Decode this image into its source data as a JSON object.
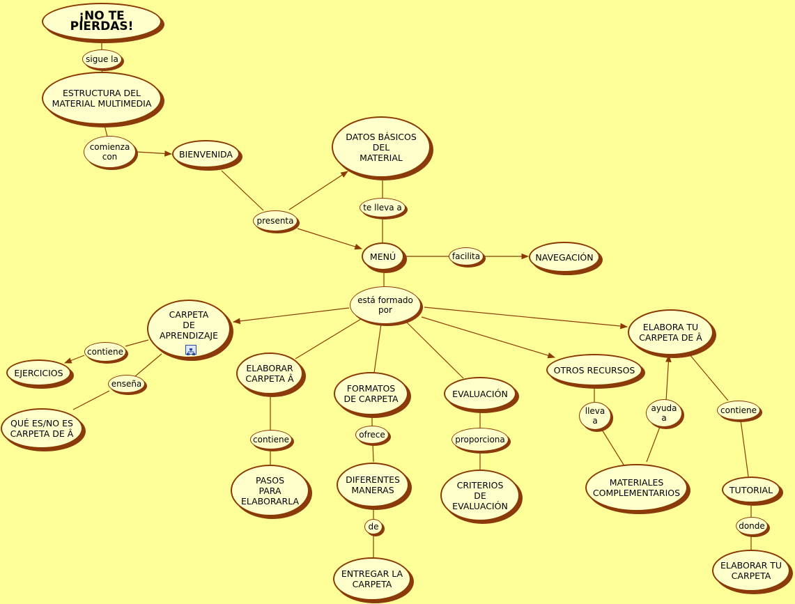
{
  "colors": {
    "background": "#ffff99",
    "node_fill": "#ffffcc",
    "node_border": "#8a3a00",
    "shadow": "#8b3a0c",
    "line": "#8a3a00"
  },
  "icons": {
    "submap": "submap-icon"
  },
  "nodes": {
    "no_te_pierdas": "¡NO TE PIERDAS!",
    "estructura": "ESTRUCTURA DEL\nMATERIAL MULTIMEDIA",
    "bienvenida": "BIENVENIDA",
    "datos_basicos": "DATOS BÁSICOS\nDEL\nMATERIAL",
    "menu": "MENÚ",
    "navegacion": "NAVEGACIÓN",
    "carpeta_aprendizaje": "CARPETA\nDE\nAPRENDIZAJE",
    "ejercicios": "EJERCICIOS",
    "que_es": "QUÉ ES/NO ES\nCARPETA DE Â",
    "elaborar_carpeta": "ELABORAR\nCARPETA Â",
    "pasos": "PASOS\nPARA\nELABORARLA",
    "formatos": "FORMATOS\nDE CARPETA",
    "diferentes_maneras": "DIFERENTES\nMANERAS",
    "entregar": "ENTREGAR LA\nCARPETA",
    "evaluacion": "EVALUACIÓN",
    "criterios": "CRITERIOS\nDE\nEVALUACIÓN",
    "otros_recursos": "OTROS RECURSOS",
    "materiales": "MATERIALES\nCOMPLEMENTARIOS",
    "elabora_tu": "ELABORA TU\nCARPETA DE Â",
    "tutorial": "TUTORIAL",
    "elaborar_tu": "ELABORAR TU\nCARPETA"
  },
  "links": {
    "sigue_la": "sigue la",
    "comienza_con": "comienza\ncon",
    "presenta": "presenta",
    "te_lleva_a": "te lleva a",
    "facilita": "facilita",
    "esta_formado_por": "está formado\npor",
    "contiene_1": "contiene",
    "ensena": "enseña",
    "contiene_2": "contiene",
    "ofrece": "ofrece",
    "de": "de",
    "proporciona": "proporciona",
    "lleva_a": "lleva\na",
    "ayuda_a": "ayuda\na",
    "contiene_3": "contiene",
    "donde": "donde"
  }
}
